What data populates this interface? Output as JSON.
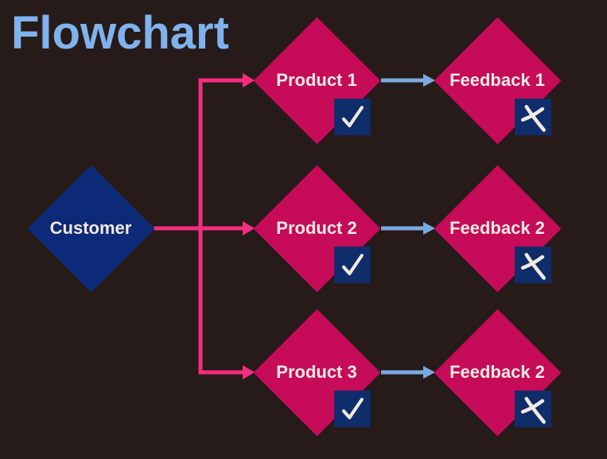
{
  "title": "Flowchart",
  "colors": {
    "background": "#271b19",
    "title": "#7fb3ee",
    "node-pink": "#c60b58",
    "node-navy": "#0d2a79",
    "badge-navy": "#0f2c6b",
    "arrow-pink": "#f52d7e",
    "arrow-blue": "#7aa9e0",
    "label": "#f1eae1"
  },
  "nodes": {
    "customer": {
      "label": "Customer",
      "shape": "diamond"
    },
    "products": [
      {
        "label": "Product 1",
        "shape": "diamond",
        "badge_icon": "check-icon"
      },
      {
        "label": "Product 2",
        "shape": "diamond",
        "badge_icon": "check-icon"
      },
      {
        "label": "Product 3",
        "shape": "diamond",
        "badge_icon": "check-icon"
      }
    ],
    "feedbacks": [
      {
        "label": "Feedback 1",
        "shape": "diamond",
        "badge_icon": "cross-icon"
      },
      {
        "label": "Feedback 2",
        "shape": "diamond",
        "badge_icon": "cross-icon"
      },
      {
        "label": "Feedback 2",
        "shape": "diamond",
        "badge_icon": "cross-icon"
      }
    ]
  },
  "edges": [
    {
      "from": "Customer",
      "to": "Product 1",
      "color": "pink"
    },
    {
      "from": "Customer",
      "to": "Product 2",
      "color": "pink"
    },
    {
      "from": "Customer",
      "to": "Product 3",
      "color": "pink"
    },
    {
      "from": "Product 1",
      "to": "Feedback 1",
      "color": "blue"
    },
    {
      "from": "Product 2",
      "to": "Feedback 2",
      "color": "blue"
    },
    {
      "from": "Product 3",
      "to": "Feedback 2",
      "color": "blue"
    }
  ]
}
